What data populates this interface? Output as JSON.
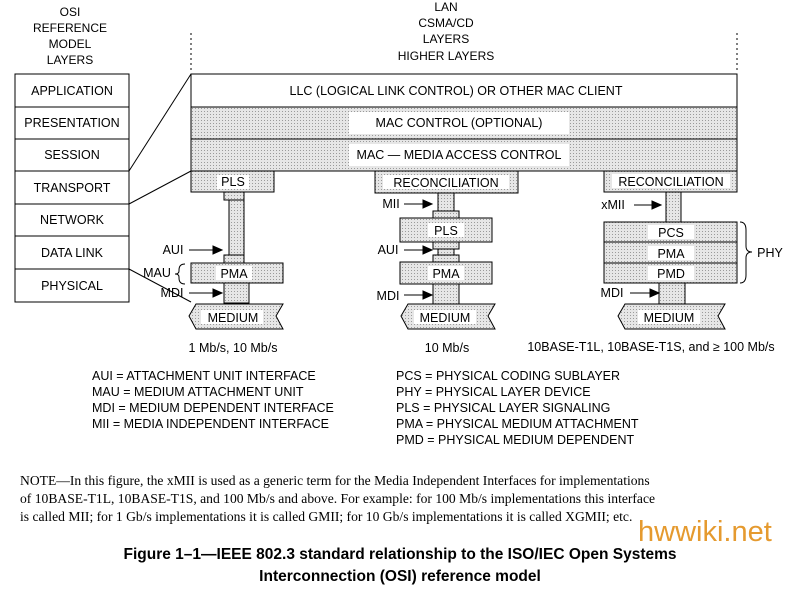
{
  "osi_header": [
    "OSI",
    "REFERENCE",
    "MODEL",
    "LAYERS"
  ],
  "lan_header": [
    "LAN",
    "CSMA/CD",
    "LAYERS",
    "HIGHER LAYERS"
  ],
  "osi_layers": [
    "APPLICATION",
    "PRESENTATION",
    "SESSION",
    "TRANSPORT",
    "NETWORK",
    "DATA LINK",
    "PHYSICAL"
  ],
  "lan_layers": {
    "llc": "LLC (LOGICAL LINK CONTROL) OR OTHER MAC CLIENT",
    "mac_control": "MAC CONTROL (OPTIONAL)",
    "mac": "MAC — MEDIA ACCESS CONTROL"
  },
  "stack1": {
    "top": "PLS",
    "pma": "PMA",
    "medium": "MEDIUM",
    "aui": "AUI",
    "mau": "MAU",
    "mdi": "MDI",
    "speed": "1 Mb/s, 10 Mb/s"
  },
  "stack2": {
    "top": "RECONCILIATION",
    "mii": "MII",
    "pls": "PLS",
    "aui": "AUI",
    "pma": "PMA",
    "mdi": "MDI",
    "medium": "MEDIUM",
    "speed": "10 Mb/s"
  },
  "stack3": {
    "top": "RECONCILIATION",
    "xmii": "xMII",
    "pcs": "PCS",
    "pma": "PMA",
    "pmd": "PMD",
    "phy": "PHY",
    "mdi": "MDI",
    "medium": "MEDIUM",
    "speed": "10BASE-T1L, 10BASE-T1S, and ≥ 100 Mb/s"
  },
  "abbreviations_left": [
    "AUI = ATTACHMENT UNIT INTERFACE",
    "MAU = MEDIUM ATTACHMENT UNIT",
    "MDI = MEDIUM DEPENDENT INTERFACE",
    "MII = MEDIA INDEPENDENT INTERFACE"
  ],
  "abbreviations_right": [
    "PCS = PHYSICAL CODING SUBLAYER",
    "PHY = PHYSICAL LAYER DEVICE",
    "PLS = PHYSICAL LAYER SIGNALING",
    "PMA = PHYSICAL MEDIUM ATTACHMENT",
    "PMD = PHYSICAL MEDIUM DEPENDENT"
  ],
  "note_lines": [
    "NOTE—In this figure, the xMII is used as a generic term for the Media Independent Interfaces for implementations",
    "of 10BASE-T1L, 10BASE-T1S, and 100 Mb/s and above. For example: for 100 Mb/s implementations this interface",
    "is called MII; for 1 Gb/s implementations it is called GMII; for 10 Gb/s implementations it is called XGMII; etc."
  ],
  "caption_lines": [
    "Figure 1–1—IEEE 802.3 standard relationship to the ISO/IEC Open Systems",
    "Interconnection (OSI) reference model"
  ],
  "watermark": "hwwiki.net",
  "colors": {
    "shade": "#d8d8d8",
    "light_shade": "#e4e4e4",
    "watermark": "#e59a2f"
  }
}
